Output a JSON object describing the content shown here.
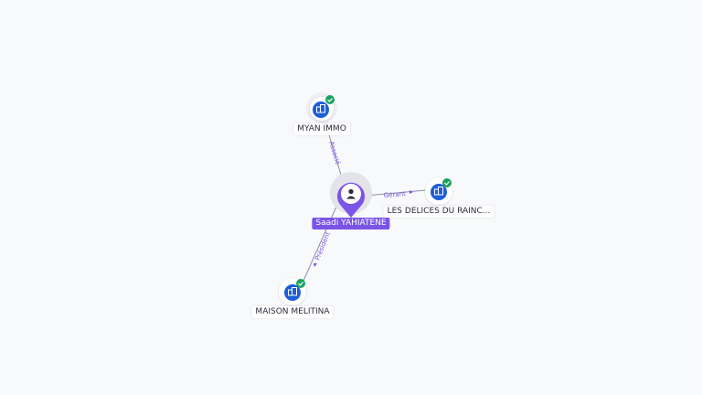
{
  "colors": {
    "accent": "#7a54e6",
    "company": "#1e5fd8",
    "verified": "#1aa260",
    "edge": "#8f8fa8"
  },
  "nodes": {
    "person": {
      "label": "Saadi YAHIATENE",
      "icon": "person-icon"
    },
    "myan": {
      "label": "MYAN IMMO",
      "icon": "building-icon",
      "verified": true
    },
    "delices": {
      "label": "LES DELICES DU RAINC...",
      "icon": "building-icon",
      "verified": true
    },
    "maison": {
      "label": "MAISON MELITINA",
      "icon": "building-icon",
      "verified": true
    }
  },
  "edges": {
    "myan": {
      "label": "Associé"
    },
    "delices": {
      "label": "Gérant"
    },
    "maison": {
      "label": "Président"
    }
  }
}
